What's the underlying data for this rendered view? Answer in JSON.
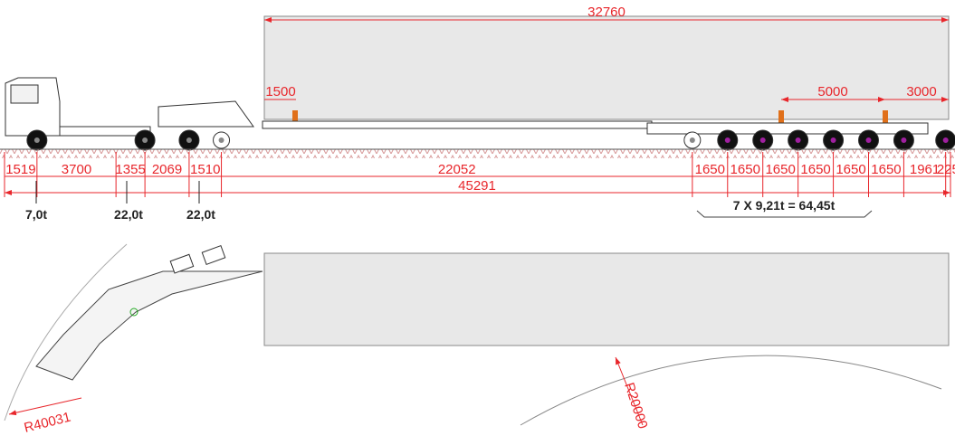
{
  "colors": {
    "dimension": "#e8262b",
    "load": "#e6e6e6",
    "outline": "#333333",
    "marker": "#e0701a"
  },
  "top_view": {
    "load_length": "32760",
    "front_overhang": "1500",
    "support_spacing": "5000",
    "rear_overhang": "3000"
  },
  "axle_dims": [
    {
      "value": 1519,
      "label": "1519"
    },
    {
      "value": 3700,
      "label": "3700"
    },
    {
      "value": 1355,
      "label": "1355"
    },
    {
      "value": 2069,
      "label": "2069"
    },
    {
      "value": 1510,
      "label": "1510"
    },
    {
      "value": 22052,
      "label": "22052"
    },
    {
      "value": 1650,
      "label": "1650"
    },
    {
      "value": 1650,
      "label": "1650"
    },
    {
      "value": 1650,
      "label": "1650"
    },
    {
      "value": 1650,
      "label": "1650"
    },
    {
      "value": 1650,
      "label": "1650"
    },
    {
      "value": 1650,
      "label": "1650"
    },
    {
      "value": 1961,
      "label": "1961"
    },
    {
      "value": 225,
      "label": "225"
    }
  ],
  "total_length": "45291",
  "axle_loads": {
    "front": "7,0t",
    "tractor_rear": "22,0t",
    "dolly": "22,0t",
    "trailer": "7 X 9,21t = 64,45t"
  },
  "turning": {
    "outer_radius": "R40031",
    "inner_radius": "R20000"
  }
}
